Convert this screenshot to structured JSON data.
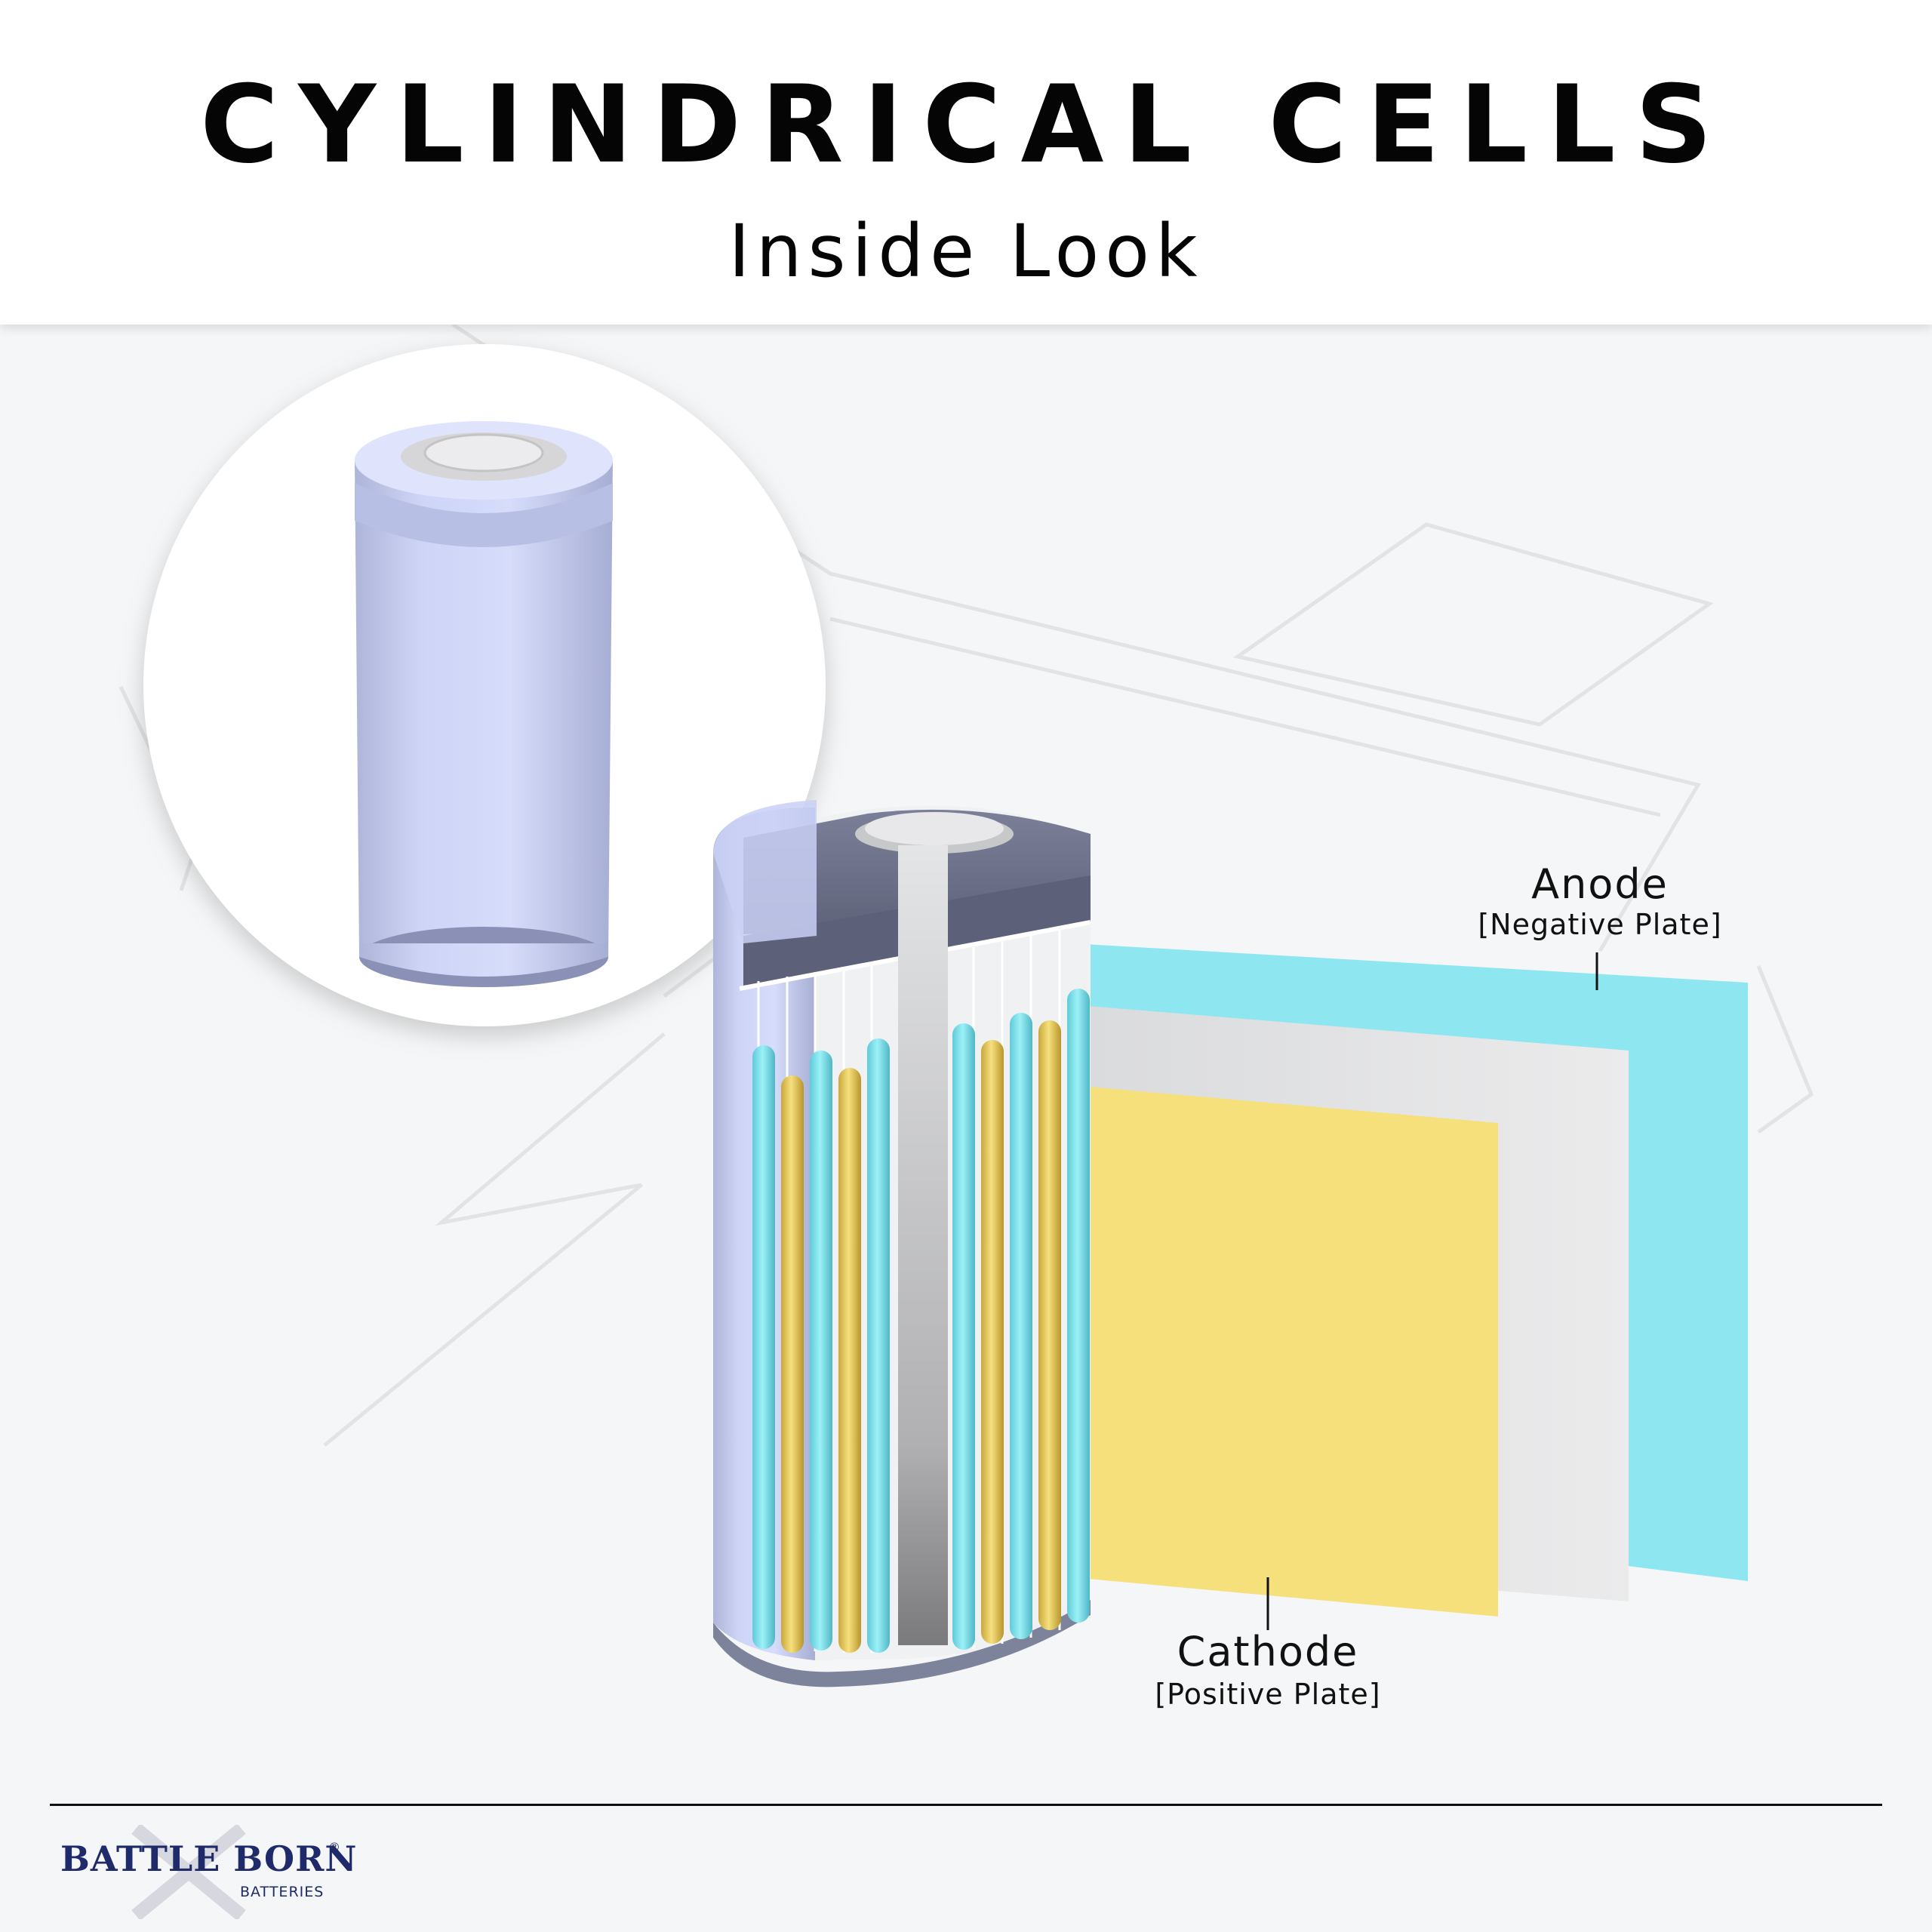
{
  "header": {
    "title": "CYLINDRICAL CELLS",
    "subtitle": "Inside Look"
  },
  "labels": {
    "anode": "Anode",
    "anode_sub": "[Negative Plate]",
    "cathode": "Cathode",
    "cathode_sub": "[Positive Plate]"
  },
  "brand": {
    "name": "BATTLE BORN",
    "registered": "®",
    "tagline": "BATTERIES"
  },
  "colors": {
    "anode": "#8ee6f0",
    "separator": "#e2e3e5",
    "cathode": "#f5e07c",
    "casing": "#c6cdf2",
    "brand": "#1f2a6b"
  }
}
